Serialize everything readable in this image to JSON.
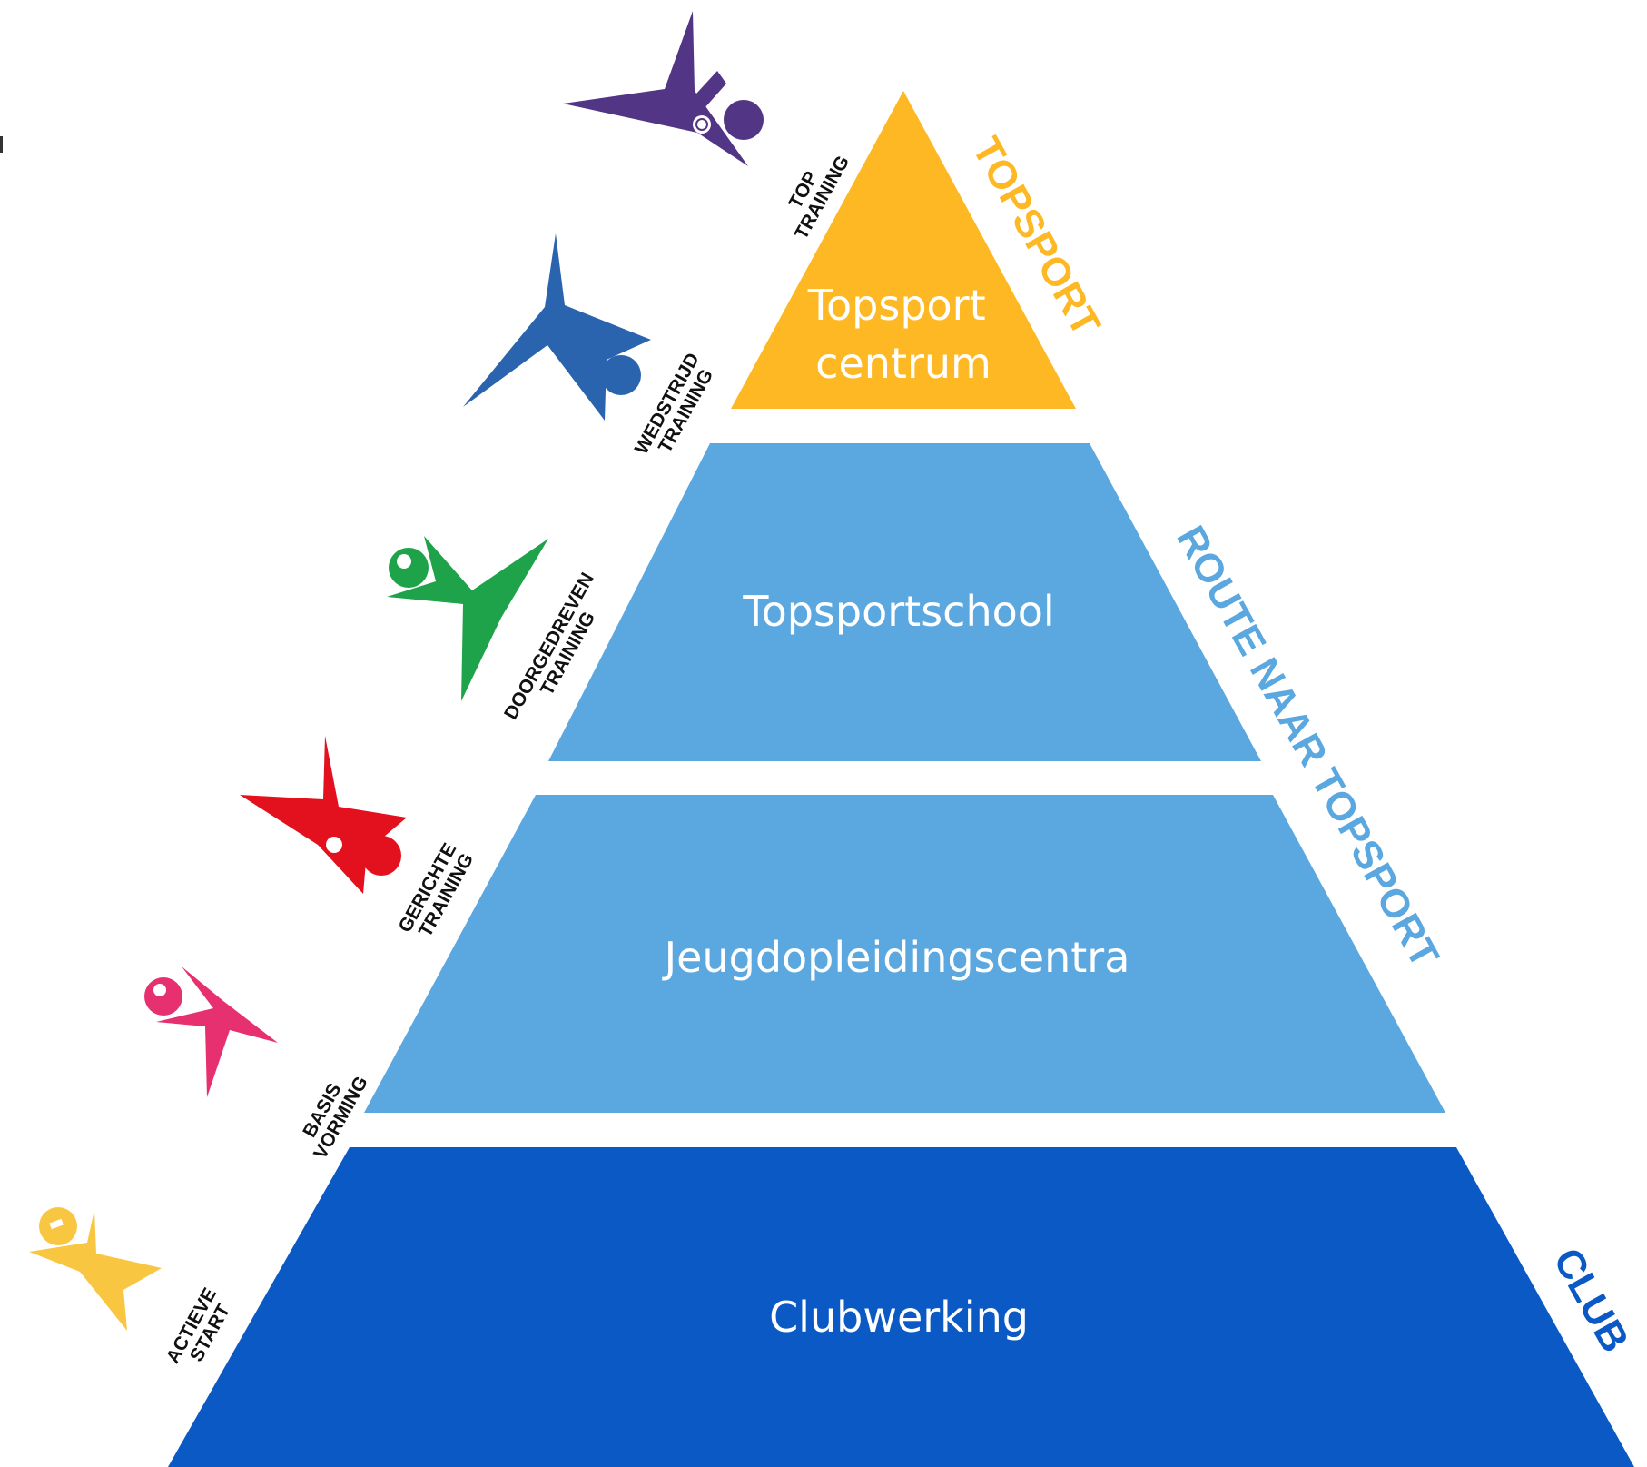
{
  "pyramid": {
    "tiers": [
      {
        "lines": [
          "Topsport",
          "centrum"
        ],
        "color": "#FDB824"
      },
      {
        "lines": [
          "Topsportschool"
        ],
        "color": "#5BA7DF"
      },
      {
        "lines": [
          "Jeugdopleidingscentra"
        ],
        "color": "#5BA7DF"
      },
      {
        "lines": [
          "Clubwerking"
        ],
        "color": "#0B59C4"
      }
    ]
  },
  "side_labels": [
    {
      "text": "TOPSPORT",
      "color": "#FDB824"
    },
    {
      "text": "ROUTE NAAR TOPSPORT",
      "color": "#5BA7DF"
    },
    {
      "text": "CLUB",
      "color": "#0B59C4"
    }
  ],
  "stages": [
    {
      "lines": [
        "TOP",
        "TRAINING"
      ],
      "icon": "purple-athlete-icon",
      "color": "#523685"
    },
    {
      "lines": [
        "WEDSTRIJD",
        "TRAINING"
      ],
      "icon": "blue-athlete-icon",
      "color": "#2A63AE"
    },
    {
      "lines": [
        "DOORGEDREVEN",
        "TRAINING"
      ],
      "icon": "green-athlete-icon",
      "color": "#1FA34A"
    },
    {
      "lines": [
        "GERICHTE",
        "TRAINING"
      ],
      "icon": "red-athlete-icon",
      "color": "#E3101E"
    },
    {
      "lines": [
        "BASIS",
        "VORMING"
      ],
      "icon": "pink-athlete-icon",
      "color": "#E6306F"
    },
    {
      "lines": [
        "ACTIEVE",
        "START"
      ],
      "icon": "yellow-athlete-icon",
      "color": "#F9C642"
    }
  ]
}
